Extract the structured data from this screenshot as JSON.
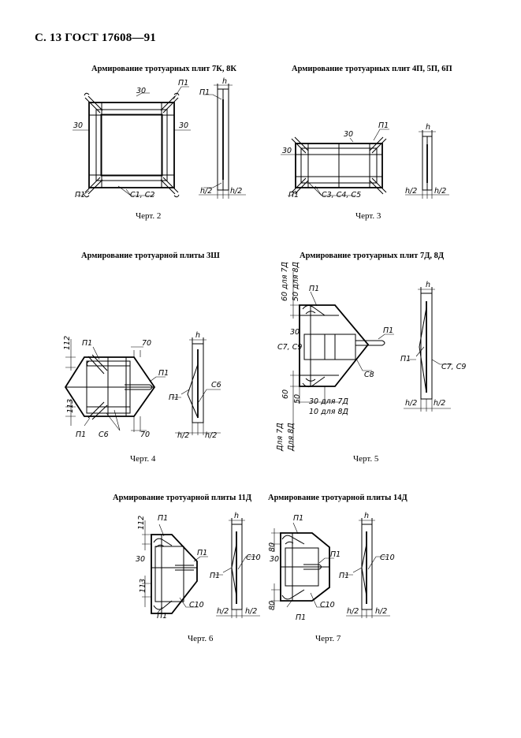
{
  "page": {
    "header": "С. 13 ГОСТ 17608—91"
  },
  "figures": [
    {
      "title": "Армирование тротуарных плит 7К, 8К",
      "caption": "Черт. 2",
      "labels": {
        "p1a": "П1",
        "p1b": "П1",
        "p1c": "П1",
        "dim_top": "30",
        "dim_left": "30",
        "dim_right": "30",
        "c": "С1, С2",
        "h": "h",
        "h2a": "h/2",
        "h2b": "h/2"
      }
    },
    {
      "title": "Армирование тротуарных плит 4П, 5П, 6П",
      "caption": "Черт. 3",
      "labels": {
        "p1a": "П1",
        "p1b": "П1",
        "dim": "30",
        "dim_top": "30",
        "c": "С3, С4, С5",
        "h": "h",
        "h2a": "h/2",
        "h2b": "h/2"
      }
    },
    {
      "title": "Армирование тротуарной плиты 3Ш",
      "caption": "Черт. 4",
      "labels": {
        "d112": "112",
        "p1a": "П1",
        "d70a": "70",
        "p1b": "П1",
        "d113": "113",
        "p1c": "П1",
        "c6a": "С6",
        "d70b": "70",
        "h": "h",
        "p1s": "П1",
        "c6s": "С6",
        "h2a": "h/2",
        "h2b": "h/2"
      }
    },
    {
      "title": "Армирование тротуарных плит 7Д, 8Д",
      "caption": "Черт. 5",
      "labels": {
        "v1": "60 для 7Д",
        "v2": "50 для 8Д",
        "p1a": "П1",
        "d30": "30",
        "p1b": "П1",
        "c79": "С7, С9",
        "c8": "С8",
        "d60": "60",
        "d50": "50",
        "b1": "30  для 7Д",
        "b2": "10  для 8Д",
        "v3": "Для 7Д",
        "v4": "Для 8Д",
        "h": "h",
        "p1s": "П1",
        "c79s": "С7, С9",
        "h2a": "h/2",
        "h2b": "h/2"
      }
    },
    {
      "title": "Армирование тротуарной плиты 11Д",
      "caption": "Черт. 6",
      "labels": {
        "d112": "112",
        "p1a": "П1",
        "d30": "30",
        "p1b": "П1",
        "d113": "113",
        "p1c": "П1",
        "c10": "С10",
        "h": "h",
        "p1s": "П1",
        "c10s": "С10",
        "h2a": "h/2",
        "h2b": "h/2"
      }
    },
    {
      "title": "Армирование тротуарной плиты 14Д",
      "caption": "Черт. 7",
      "labels": {
        "p1a": "П1",
        "d80a": "80",
        "d30": "30",
        "p1b": "П1",
        "d80b": "80",
        "p1c": "П1",
        "c10": "С10",
        "h": "h",
        "p1s": "П1",
        "c10s": "С10",
        "h2a": "h/2",
        "h2b": "h/2"
      }
    }
  ]
}
